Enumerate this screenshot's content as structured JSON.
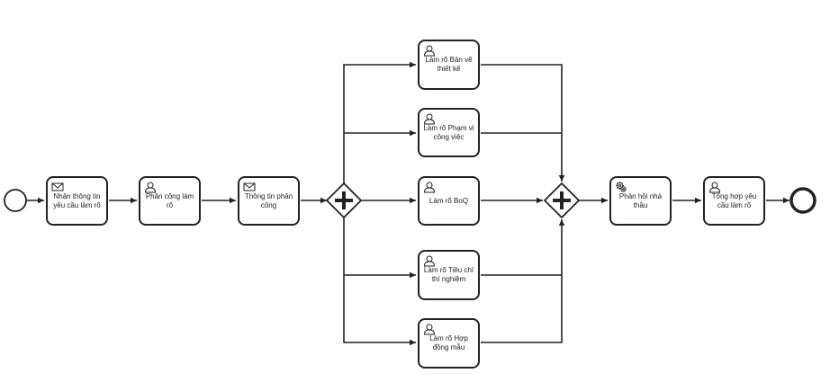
{
  "diagram": {
    "type": "bpmn-process",
    "colors": {
      "stroke": "#222222",
      "fill": "#ffffff",
      "text": "#222222"
    },
    "tasks": [
      {
        "id": "t1",
        "label": "Nhận thông tin yêu cầu làm rõ",
        "kind": "receive",
        "icon": "envelope-icon"
      },
      {
        "id": "t2",
        "label": "Phân công làm rõ",
        "kind": "user",
        "icon": "user-icon"
      },
      {
        "id": "t3",
        "label": "Thông tin phân công",
        "kind": "send",
        "icon": "envelope-icon"
      },
      {
        "id": "t4",
        "label": "Làm rõ Bản vẽ thiết kế",
        "kind": "user",
        "icon": "user-icon"
      },
      {
        "id": "t5",
        "label": "Làm rõ Phạm vi công việc",
        "kind": "user",
        "icon": "user-icon"
      },
      {
        "id": "t6",
        "label": "Làm rõ BoQ",
        "kind": "user",
        "icon": "user-icon"
      },
      {
        "id": "t7",
        "label": "Làm rõ Tiêu chí thí nghiệm",
        "kind": "user",
        "icon": "user-icon"
      },
      {
        "id": "t8",
        "label": "Làm rõ Hợp đồng mẫu",
        "kind": "user",
        "icon": "user-icon"
      },
      {
        "id": "t9",
        "label": "Phản hồi nhà thầu",
        "kind": "service",
        "icon": "gear-icon"
      },
      {
        "id": "t10",
        "label": "Tổng hợp yêu cầu làm rõ",
        "kind": "user",
        "icon": "user-icon"
      }
    ],
    "events": [
      {
        "id": "start",
        "kind": "start-event"
      },
      {
        "id": "end",
        "kind": "end-event"
      }
    ],
    "gateways": [
      {
        "id": "g1",
        "kind": "parallel-split"
      },
      {
        "id": "g2",
        "kind": "parallel-join"
      }
    ]
  }
}
